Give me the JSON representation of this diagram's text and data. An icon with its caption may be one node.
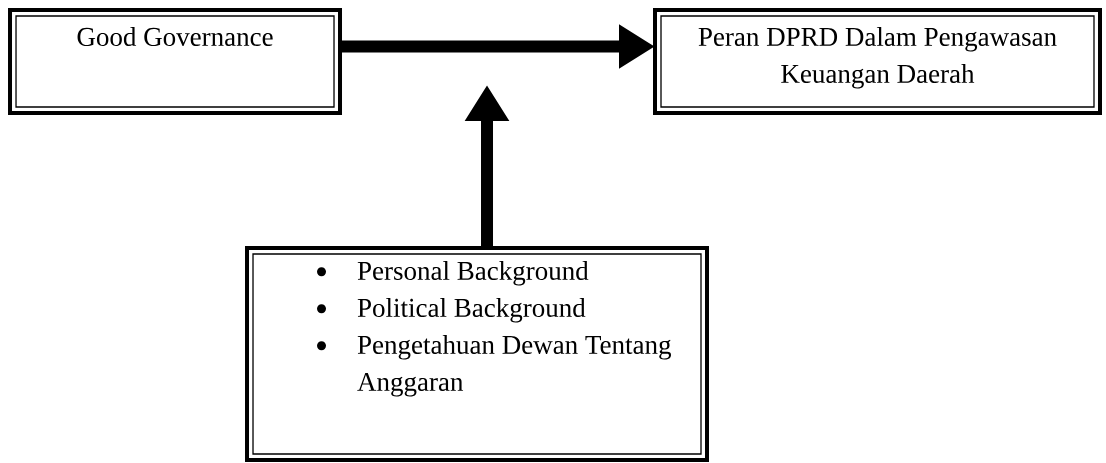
{
  "diagram": {
    "nodes": [
      {
        "text": [
          "Good Governance"
        ]
      },
      {
        "text": [
          "Peran DPRD Dalam Pengawasan Keuangan Daerah"
        ]
      },
      {
        "text": [
          "Personal Background",
          "Political Background",
          "Pengetahuan Dewan Tentang Anggaran"
        ]
      }
    ],
    "edges": [
      {
        "from": 0,
        "to": 1,
        "arrow": "to"
      },
      {
        "from": 2,
        "to": null,
        "arrow": "to"
      }
    ]
  }
}
